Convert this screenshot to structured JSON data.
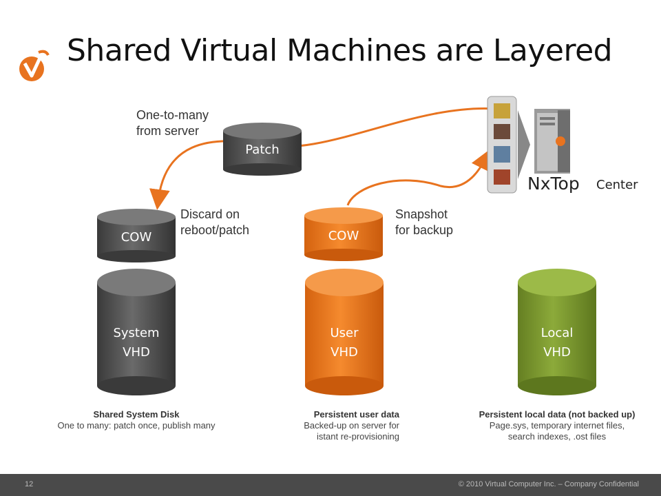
{
  "slide": {
    "title": "Shared Virtual Machines are Layered"
  },
  "notes": {
    "one_to_many_1": "One-to-many",
    "one_to_many_2": "from server",
    "discard_1": "Discard on",
    "discard_2": "reboot/patch",
    "snapshot_1": "Snapshot",
    "snapshot_2": "for backup"
  },
  "cylinders": {
    "patch": "Patch",
    "cow_system": "COW",
    "cow_user": "COW",
    "system_1": "System",
    "system_2": "VHD",
    "user_1": "User",
    "user_2": "VHD",
    "local_1": "Local",
    "local_2": "VHD"
  },
  "captions": {
    "system_title": "Shared System Disk",
    "system_desc": "One to many: patch once, publish many",
    "user_title": "Persistent user data",
    "user_desc_1": "Backed-up on server for",
    "user_desc_2": "istant re-provisioning",
    "local_title": "Persistent local data (not backed up)",
    "local_desc_1": "Page.sys, temporary internet files,",
    "local_desc_2": "search indexes, .ost files"
  },
  "brand": {
    "product": "NxTop",
    "suffix": "Center"
  },
  "footer": {
    "page_number": "12",
    "copyright": "© 2010 Virtual Computer Inc. – Company Confidential"
  },
  "colors": {
    "gray": "#555555",
    "orange": "#e8731f",
    "green": "#7a9a2e",
    "footer": "#4a4a4a"
  }
}
